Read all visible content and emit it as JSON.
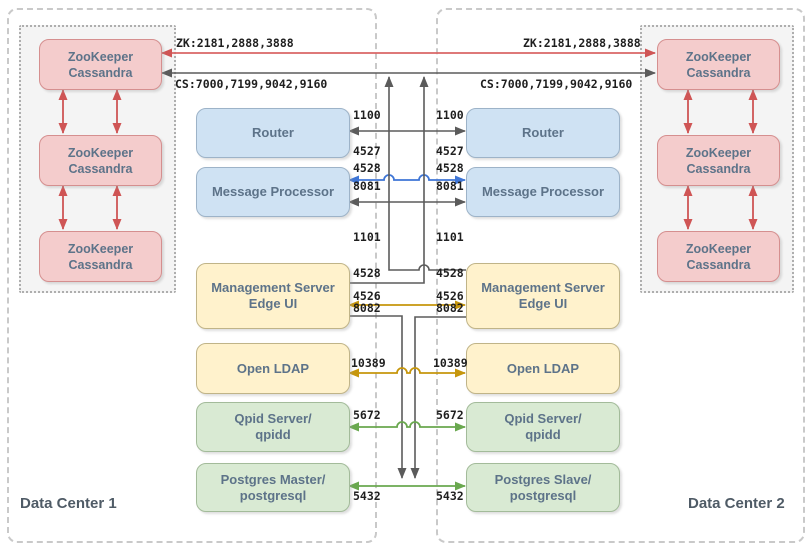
{
  "colors": {
    "zk_line": "#d96666",
    "infra_line": "#5b5b5b",
    "mp_sync_line": "#3f76d6",
    "management_line": "#c6960c",
    "data_line": "#6aa84f",
    "cassandra_node_fill": "#f4cccc",
    "gateway_fill": "#cfe2f3",
    "management_fill": "#fff2cc",
    "datastore_fill": "#d9ead3"
  },
  "datacenters": [
    {
      "name": "Data Center 1",
      "cluster_nodes": [
        {
          "line1": "ZooKeeper",
          "line2": "Cassandra"
        },
        {
          "line1": "ZooKeeper",
          "line2": "Cassandra"
        },
        {
          "line1": "ZooKeeper",
          "line2": "Cassandra"
        }
      ],
      "components": [
        {
          "line1": "Router"
        },
        {
          "line1": "Message Processor"
        },
        {
          "line1": "Management Server",
          "line2": "Edge UI"
        },
        {
          "line1": "Open LDAP"
        },
        {
          "line1": "Qpid Server/",
          "line2": "qpidd"
        },
        {
          "line1": "Postgres Master/",
          "line2": "postgresql"
        }
      ]
    },
    {
      "name": "Data Center 2",
      "cluster_nodes": [
        {
          "line1": "ZooKeeper",
          "line2": "Cassandra"
        },
        {
          "line1": "ZooKeeper",
          "line2": "Cassandra"
        },
        {
          "line1": "ZooKeeper",
          "line2": "Cassandra"
        }
      ],
      "components": [
        {
          "line1": "Router"
        },
        {
          "line1": "Message Processor"
        },
        {
          "line1": "Management Server",
          "line2": "Edge UI"
        },
        {
          "line1": "Open LDAP"
        },
        {
          "line1": "Qpid Server/",
          "line2": "qpidd"
        },
        {
          "line1": "Postgres Slave/",
          "line2": "postgresql"
        }
      ]
    }
  ],
  "connections": {
    "zookeeper": "ZK:2181,2888,3888",
    "cassandra": "CS:7000,7199,9042,9160",
    "router_ports": [
      "1100",
      "4527",
      "8081"
    ],
    "mp_sync_port": "4528",
    "mp_ports": [
      "1101",
      "4528",
      "8082"
    ],
    "management_port": "4526",
    "ldap_port": "10389",
    "qpid_port": "5672",
    "postgres_port": "5432"
  }
}
